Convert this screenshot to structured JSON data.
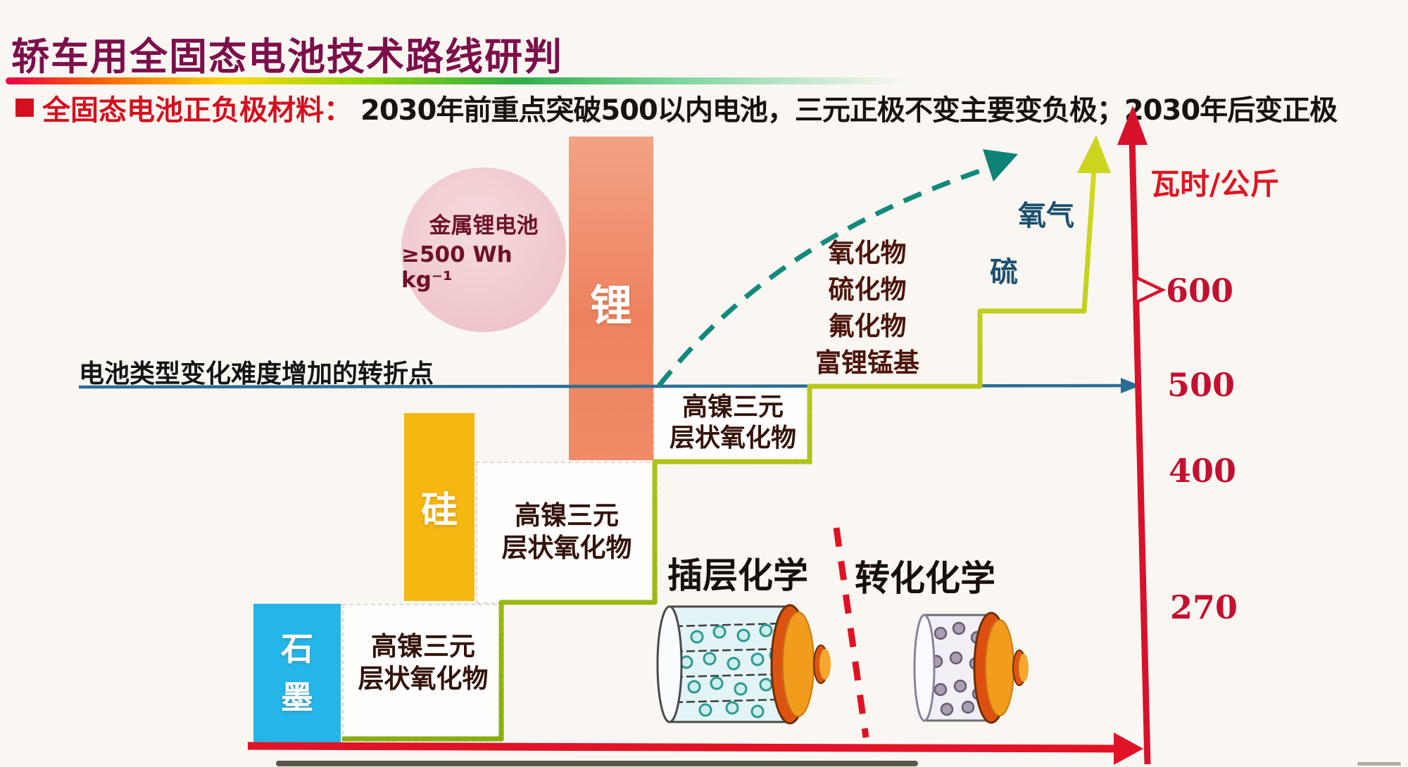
{
  "slide_title": "轿车用全固态电池技术路线研判",
  "subtitle": {
    "bullet_icon": "red-square-bullet",
    "label": "全固态电池正负极材料：",
    "text": "2030年前重点突破500以内电池，三元正极不变主要变负极；2030年后变正极"
  },
  "metal_li_bubble": {
    "line1": "金属锂电池",
    "line2": "≥500 Wh kg⁻¹"
  },
  "threshold_note": "电池类型变化难度增加的转折点",
  "anode_bars": {
    "lithium": "锂",
    "silicon": "硅",
    "graphite": "石墨"
  },
  "cathode_steps": {
    "graphite_step": {
      "line1": "高镍三元",
      "line2": "层状氧化物"
    },
    "silicon_step": {
      "line1": "高镍三元",
      "line2": "层状氧化物"
    },
    "lithium_step": {
      "line1": "高镍三元",
      "line2": "层状氧化物"
    }
  },
  "future_cathodes": {
    "line1": "氧化物",
    "line2": "硫化物",
    "line3": "氟化物",
    "line4": "富锂锰基"
  },
  "gas_labels": {
    "oxygen": "氧气",
    "sulfur": "硫"
  },
  "axis": {
    "label": "瓦时/公斤",
    "ticks": [
      "600",
      "500",
      "400",
      "270"
    ]
  },
  "chemistry": {
    "intercalation": "插层化学",
    "conversion": "转化化学"
  },
  "icons": {
    "staircase": "olive-step-arrow",
    "y_axis": "red-up-arrow-axis",
    "x_axis": "red-right-arrow-axis",
    "threshold_line": "blue-right-arrow-line",
    "trend": "teal-dashed-curve-arrow",
    "divider": "red-dashed-vertical-line",
    "battery_left": "intercalation-cell-illustration",
    "battery_right": "conversion-cell-illustration"
  },
  "colors": {
    "title": "#7c0f4b",
    "subtitle_red": "#d40f1f",
    "lithium_bar": "#ee8561",
    "silicon_bar": "#f7b711",
    "graphite_bar": "#25b6e9",
    "bubble_pink": "#f2ccd0",
    "staircase_olive": "#a9c215",
    "axis_red": "#d8122b",
    "threshold_blue": "#2a6e97",
    "teal_arrow": "#12897c"
  },
  "chart_data": {
    "type": "line",
    "subtype": "step-roadmap",
    "title": "轿车用全固态电池技术路线研判",
    "ylabel": "瓦时/公斤",
    "yticks": [
      270,
      400,
      500,
      600
    ],
    "ylim": [
      0,
      700
    ],
    "steps": [
      {
        "level_whkg": 270,
        "anode": "石墨",
        "cathode": "高镍三元层状氧化物"
      },
      {
        "level_whkg": 400,
        "anode": "硅",
        "cathode": "高镍三元层状氧化物"
      },
      {
        "level_whkg": 500,
        "anode": "锂",
        "cathode": "高镍三元层状氧化物"
      },
      {
        "level_whkg": 600,
        "anode": "锂",
        "cathode": "氧化物 硫化物 氟化物 富锂锰基"
      },
      {
        "level_whkg": ">600",
        "anode": "锂",
        "cathode": "氧气 硫"
      }
    ],
    "annotations": [
      "金属锂电池 ≥500 Wh kg⁻¹",
      "电池类型变化难度增加的转折点 (500 瓦时/公斤)",
      "插层化学 (≤270 区段)",
      "转化化学 (右侧区段)"
    ],
    "legend_position": "none",
    "grid": false
  }
}
